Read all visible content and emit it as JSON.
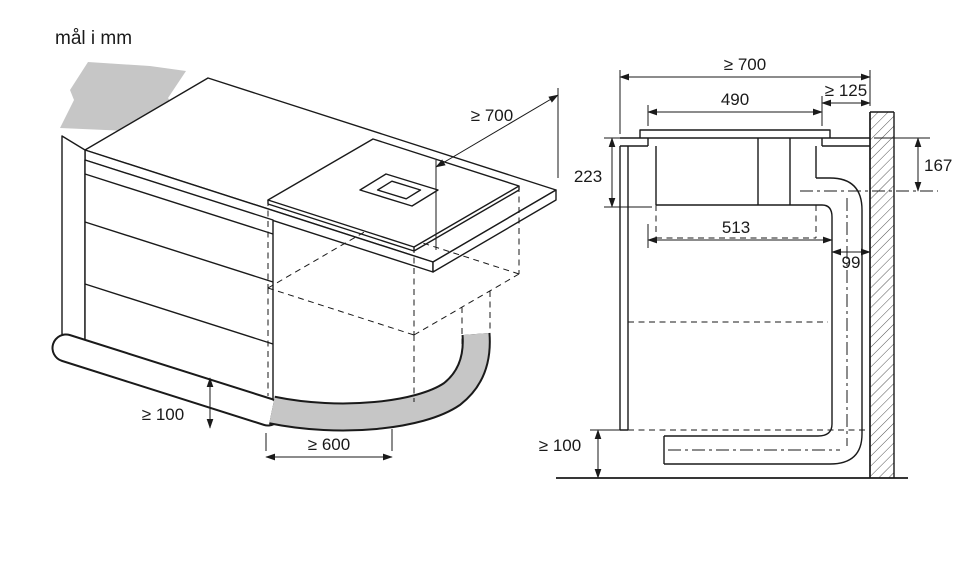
{
  "title": "mål i mm",
  "colors": {
    "line": "#1a1a1a",
    "shade": "#c6c6c6",
    "background": "#ffffff"
  },
  "isometric_view": {
    "dims": {
      "worktop_depth": "≥ 700",
      "floor_clearance": "≥ 100",
      "outlet_width": "≥ 600"
    }
  },
  "section_view": {
    "dims": {
      "worktop_depth": "≥ 700",
      "rear_clearance": "≥ 125",
      "cutout_depth": "490",
      "front_depth": "223",
      "rear_height": "167",
      "appliance_depth": "513",
      "duct_depth": "99",
      "floor_clearance": "≥ 100"
    }
  }
}
